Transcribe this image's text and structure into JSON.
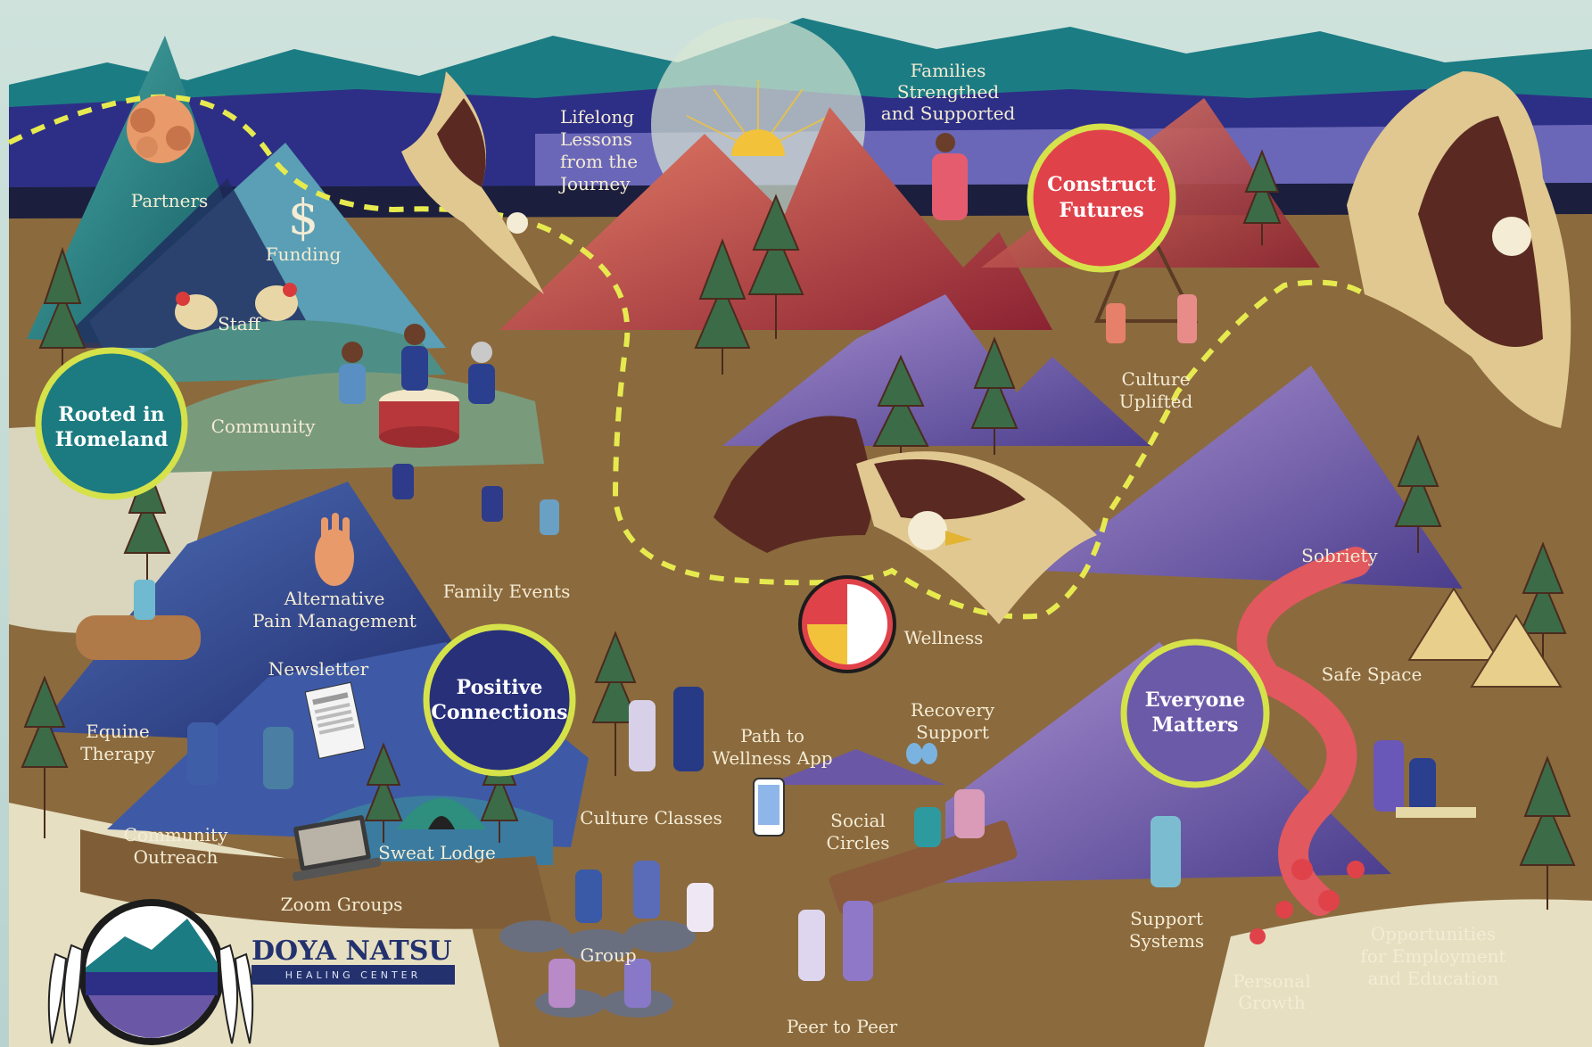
{
  "brand": {
    "name": "DOYA NATSU",
    "subtitle": "HEALING CENTER"
  },
  "pillars": {
    "rooted": [
      "Rooted in",
      "Homeland"
    ],
    "positive": [
      "Positive",
      "Connections"
    ],
    "construct": [
      "Construct",
      "Futures"
    ],
    "everyone": [
      "Everyone",
      "Matters"
    ]
  },
  "labels": {
    "partners": "Partners",
    "funding": "Funding",
    "funding_symbol": "$",
    "staff": "Staff",
    "community": "Community",
    "lifelong": [
      "Lifelong",
      "Lessons",
      "from the",
      "Journey"
    ],
    "families": [
      "Families",
      "Strengthed",
      "and Supported"
    ],
    "culture_uplifted": [
      "Culture",
      "Uplifted"
    ],
    "family_events": "Family Events",
    "alt_pain": [
      "Alternative",
      "Pain Management"
    ],
    "newsletter": "Newsletter",
    "equine": [
      "Equine",
      "Therapy"
    ],
    "community_outreach": [
      "Community",
      "Outreach"
    ],
    "sweat_lodge": "Sweat Lodge",
    "zoom_groups": "Zoom Groups",
    "culture_classes": "Culture Classes",
    "path_app": [
      "Path to",
      "Wellness App"
    ],
    "recovery_support": [
      "Recovery",
      "Support"
    ],
    "social_circles": [
      "Social",
      "Circles"
    ],
    "wellness": "Wellness",
    "sobriety": "Sobriety",
    "safe_space": "Safe Space",
    "group": "Group",
    "peer": "Peer to Peer",
    "support_systems": [
      "Support",
      "Systems"
    ],
    "personal_growth": [
      "Personal",
      "Growth"
    ],
    "opportunities": [
      "Opportunities",
      "for Employment",
      "and Education"
    ]
  },
  "icons": [
    "handshake-icon",
    "dollar-icon",
    "mouse-icon",
    "drum-icon",
    "hand-icon",
    "newsletter-icon",
    "laptop-icon",
    "phone-icon",
    "butterfly-icon",
    "medicine-wheel-icon",
    "eagle-icon",
    "tipi-icon",
    "pine-tree-icon",
    "sun-icon",
    "feather-icon",
    "flower-icon"
  ],
  "colors": {
    "sky": "#c8ddd8",
    "teal_mountains": "#1a7f84",
    "navy_band": "#2d2f86",
    "ground": "#8b6a3e",
    "trail": "#e6ea4f",
    "circle_teal": "#1b7b80",
    "circle_navy": "#28307a",
    "circle_red": "#e0424a",
    "circle_purple": "#6b5aa8",
    "ring": "#d6e24a"
  }
}
